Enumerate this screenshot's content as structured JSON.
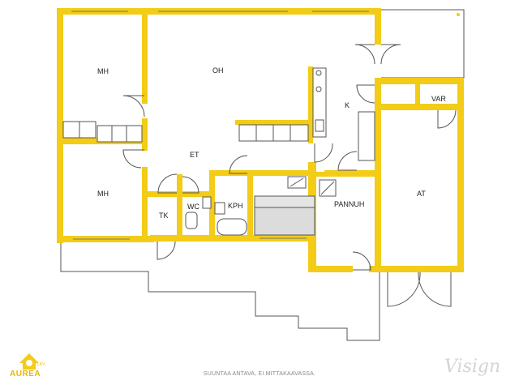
{
  "rooms": {
    "mh_top": "MH",
    "oh": "OH",
    "k": "K",
    "var": "VAR",
    "et": "ET",
    "mh_bottom": "MH",
    "tk": "TK",
    "wc": "WC",
    "kph": "KPH",
    "pannuh": "PANNUH",
    "at": "AT"
  },
  "footer": {
    "note": "SUUNTAA ANTAVA, EI MITTAKAAVASSA.",
    "brand": "AUREA",
    "brand_sub": "LKV",
    "watermark": "Visign"
  },
  "colors": {
    "wall": "#f2cc16",
    "outline": "#555555",
    "fixture": "#dddddd"
  }
}
